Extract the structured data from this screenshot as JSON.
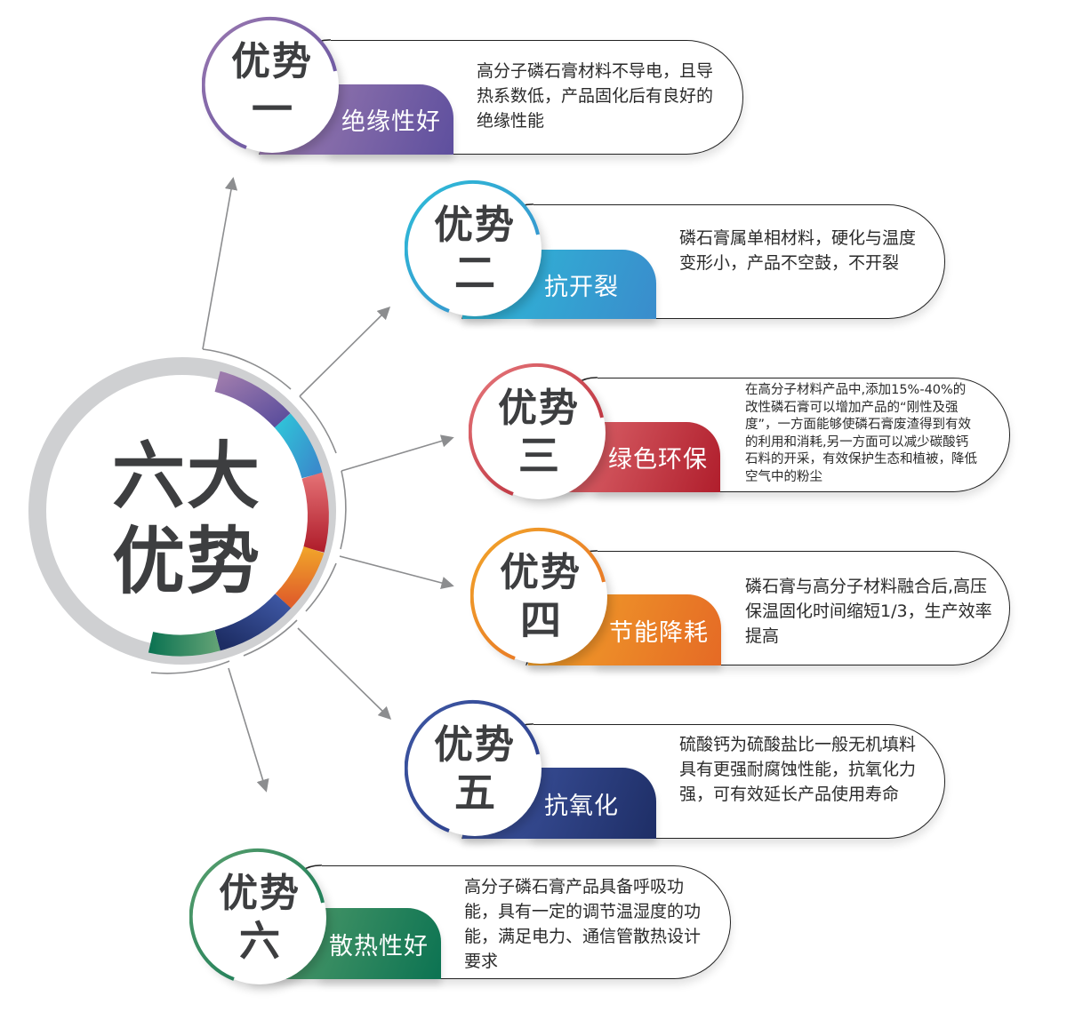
{
  "hub": {
    "title_line1": "六大",
    "title_line2": "优势",
    "ring_color": "#cfd0d2",
    "segment_colors": [
      "#7a5fa5",
      "#2bb3d6",
      "#c8333f",
      "#e8772a",
      "#2c3f82",
      "#1e7a55"
    ]
  },
  "advantages": [
    {
      "badge_word": "优势",
      "badge_number": "一",
      "tag": "绝缘性好",
      "description": "高分子磷石膏材料不导电，且导热系数低，产品固化后有良好的绝缘性能",
      "color_start": "#9a78b0",
      "color_end": "#5e4f9e"
    },
    {
      "badge_word": "优势",
      "badge_number": "二",
      "tag": "抗开裂",
      "description": "磷石膏属单相材料，硬化与温度变形小，产品不空鼓，不开裂",
      "color_start": "#2dbcd8",
      "color_end": "#3a8ccc"
    },
    {
      "badge_word": "优势",
      "badge_number": "三",
      "tag": "绿色环保",
      "description": "在高分子材料产品中,添加15%-40%的改性磷石膏可以增加产品的“刚性及强度”，一方面能够使磷石膏废渣得到有效的利用和消耗,另一方面可以减少碳酸钙石料的开采，有效保护生态和植被，降低空气中的粉尘",
      "color_start": "#e7787c",
      "color_end": "#b01e2c"
    },
    {
      "badge_word": "优势",
      "badge_number": "四",
      "tag": "节能降耗",
      "description": "磷石膏与高分子材料融合后,高压保温固化时间缩短1/3，生产效率提高",
      "color_start": "#f0a22a",
      "color_end": "#e56a25"
    },
    {
      "badge_word": "优势",
      "badge_number": "五",
      "tag": "抗氧化",
      "description": "硫酸钙为硫酸盐比一般无机填料具有更强耐腐蚀性能，抗氧化力强，可有效延长产品使用寿命",
      "color_start": "#3d56a2",
      "color_end": "#1e2e66"
    },
    {
      "badge_word": "优势",
      "badge_number": "六",
      "tag": "散热性好",
      "description": "高分子磷石膏产品具备呼吸功能，具有一定的调节温湿度的功能，满足电力、通信管散热设计要求",
      "color_start": "#5aa06e",
      "color_end": "#0c7352"
    }
  ]
}
